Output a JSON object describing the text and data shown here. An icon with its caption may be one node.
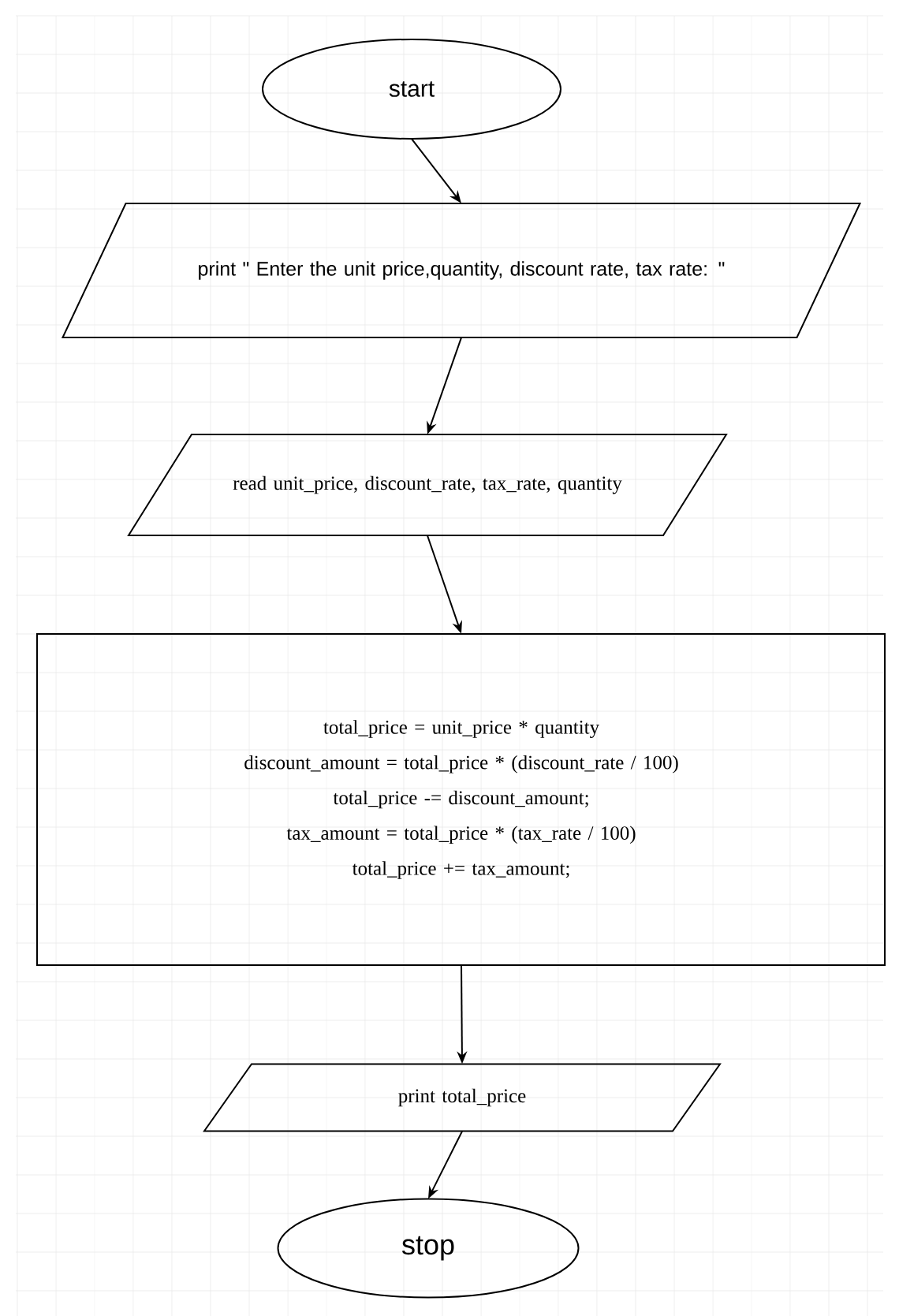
{
  "diagram": {
    "nodes": [
      {
        "text": [
          "start"
        ]
      },
      {
        "text": [
          "print \" Enter the unit price,quantity, discount rate, tax rate: \""
        ]
      },
      {
        "text": [
          "read unit_price, discount_rate, tax_rate, quantity"
        ]
      },
      {
        "text": [
          "total_price = unit_price * quantity",
          "discount_amount = total_price * (discount_rate / 100)",
          "total_price -= discount_amount;",
          "tax_amount = total_price * (tax_rate / 100)",
          "total_price += tax_amount;"
        ]
      },
      {
        "text": [
          "print total_price"
        ]
      },
      {
        "text": [
          "stop"
        ]
      }
    ],
    "edges": [
      {
        "from": 0,
        "to": 1,
        "arrow": "to"
      },
      {
        "from": 1,
        "to": 2,
        "arrow": "to"
      },
      {
        "from": 2,
        "to": 3,
        "arrow": "to"
      },
      {
        "from": 3,
        "to": 4,
        "arrow": "to"
      },
      {
        "from": 4,
        "to": 5,
        "arrow": "to"
      }
    ]
  }
}
